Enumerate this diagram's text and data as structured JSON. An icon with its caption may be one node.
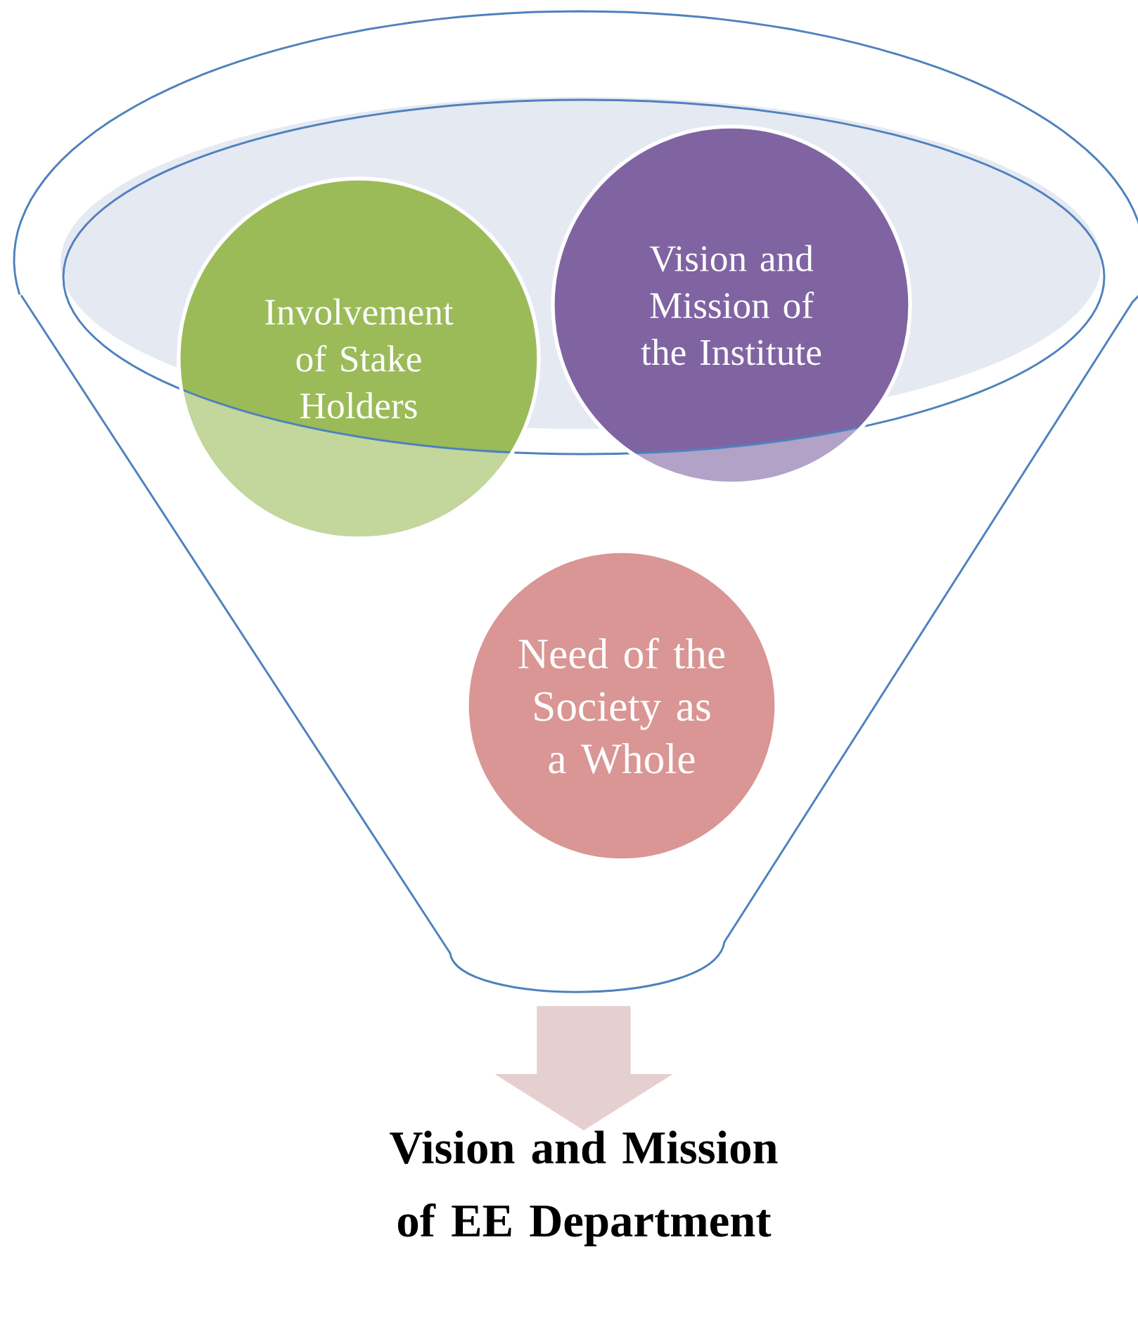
{
  "diagram": {
    "nodes": [
      {
        "text": [],
        "shape": "funnel"
      },
      {
        "text": [
          "Involvement of Stake Holders"
        ],
        "in": 0
      },
      {
        "text": [
          "Vision and Mission of the Institute"
        ],
        "in": 0
      },
      {
        "text": [
          "Need of the Society as a Whole"
        ],
        "in": 0
      },
      {
        "text": [
          "Vision and Mission of EE Department"
        ]
      }
    ],
    "edges": [
      {
        "from": 0,
        "to": 4,
        "arrow": "to",
        "style": "thick",
        "color": "#e6cfcf"
      }
    ]
  }
}
